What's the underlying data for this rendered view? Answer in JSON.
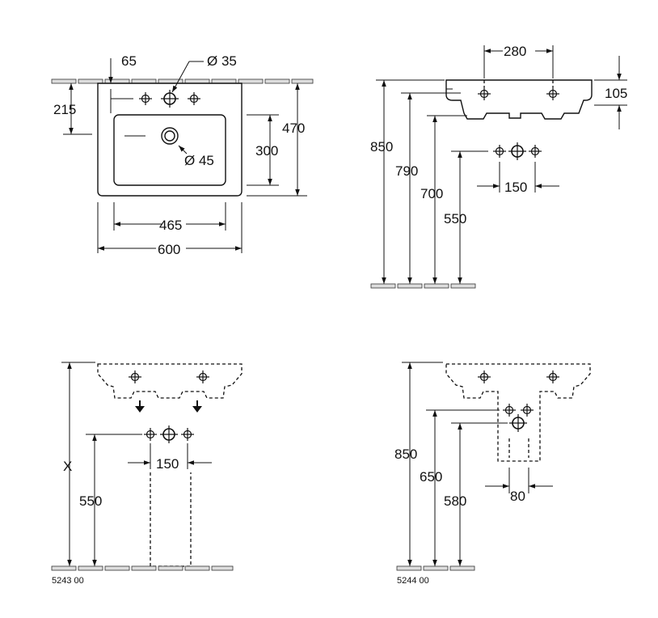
{
  "drawing": {
    "top_view": {
      "dim_tap_offset": "65",
      "dim_tap_hole": "Ø 35",
      "dim_depth_to_tap": "215",
      "dim_bowl_depth": "300",
      "dim_total_depth": "470",
      "dim_waste": "Ø 45",
      "dim_bowl_width": "465",
      "dim_total_width": "600"
    },
    "side_view": {
      "dim_fixing_spacing": "280",
      "dim_rim_height": "105",
      "dim_850": "850",
      "dim_790": "790",
      "dim_700": "700",
      "dim_550": "550",
      "dim_supply_spacing": "150"
    },
    "pedestal_view": {
      "dim_x": "X",
      "dim_550": "550",
      "dim_150": "150",
      "product_code": "5243 00"
    },
    "semi_pedestal_view": {
      "dim_850": "850",
      "dim_650": "650",
      "dim_580": "580",
      "dim_80": "80",
      "product_code": "5244 00"
    }
  }
}
